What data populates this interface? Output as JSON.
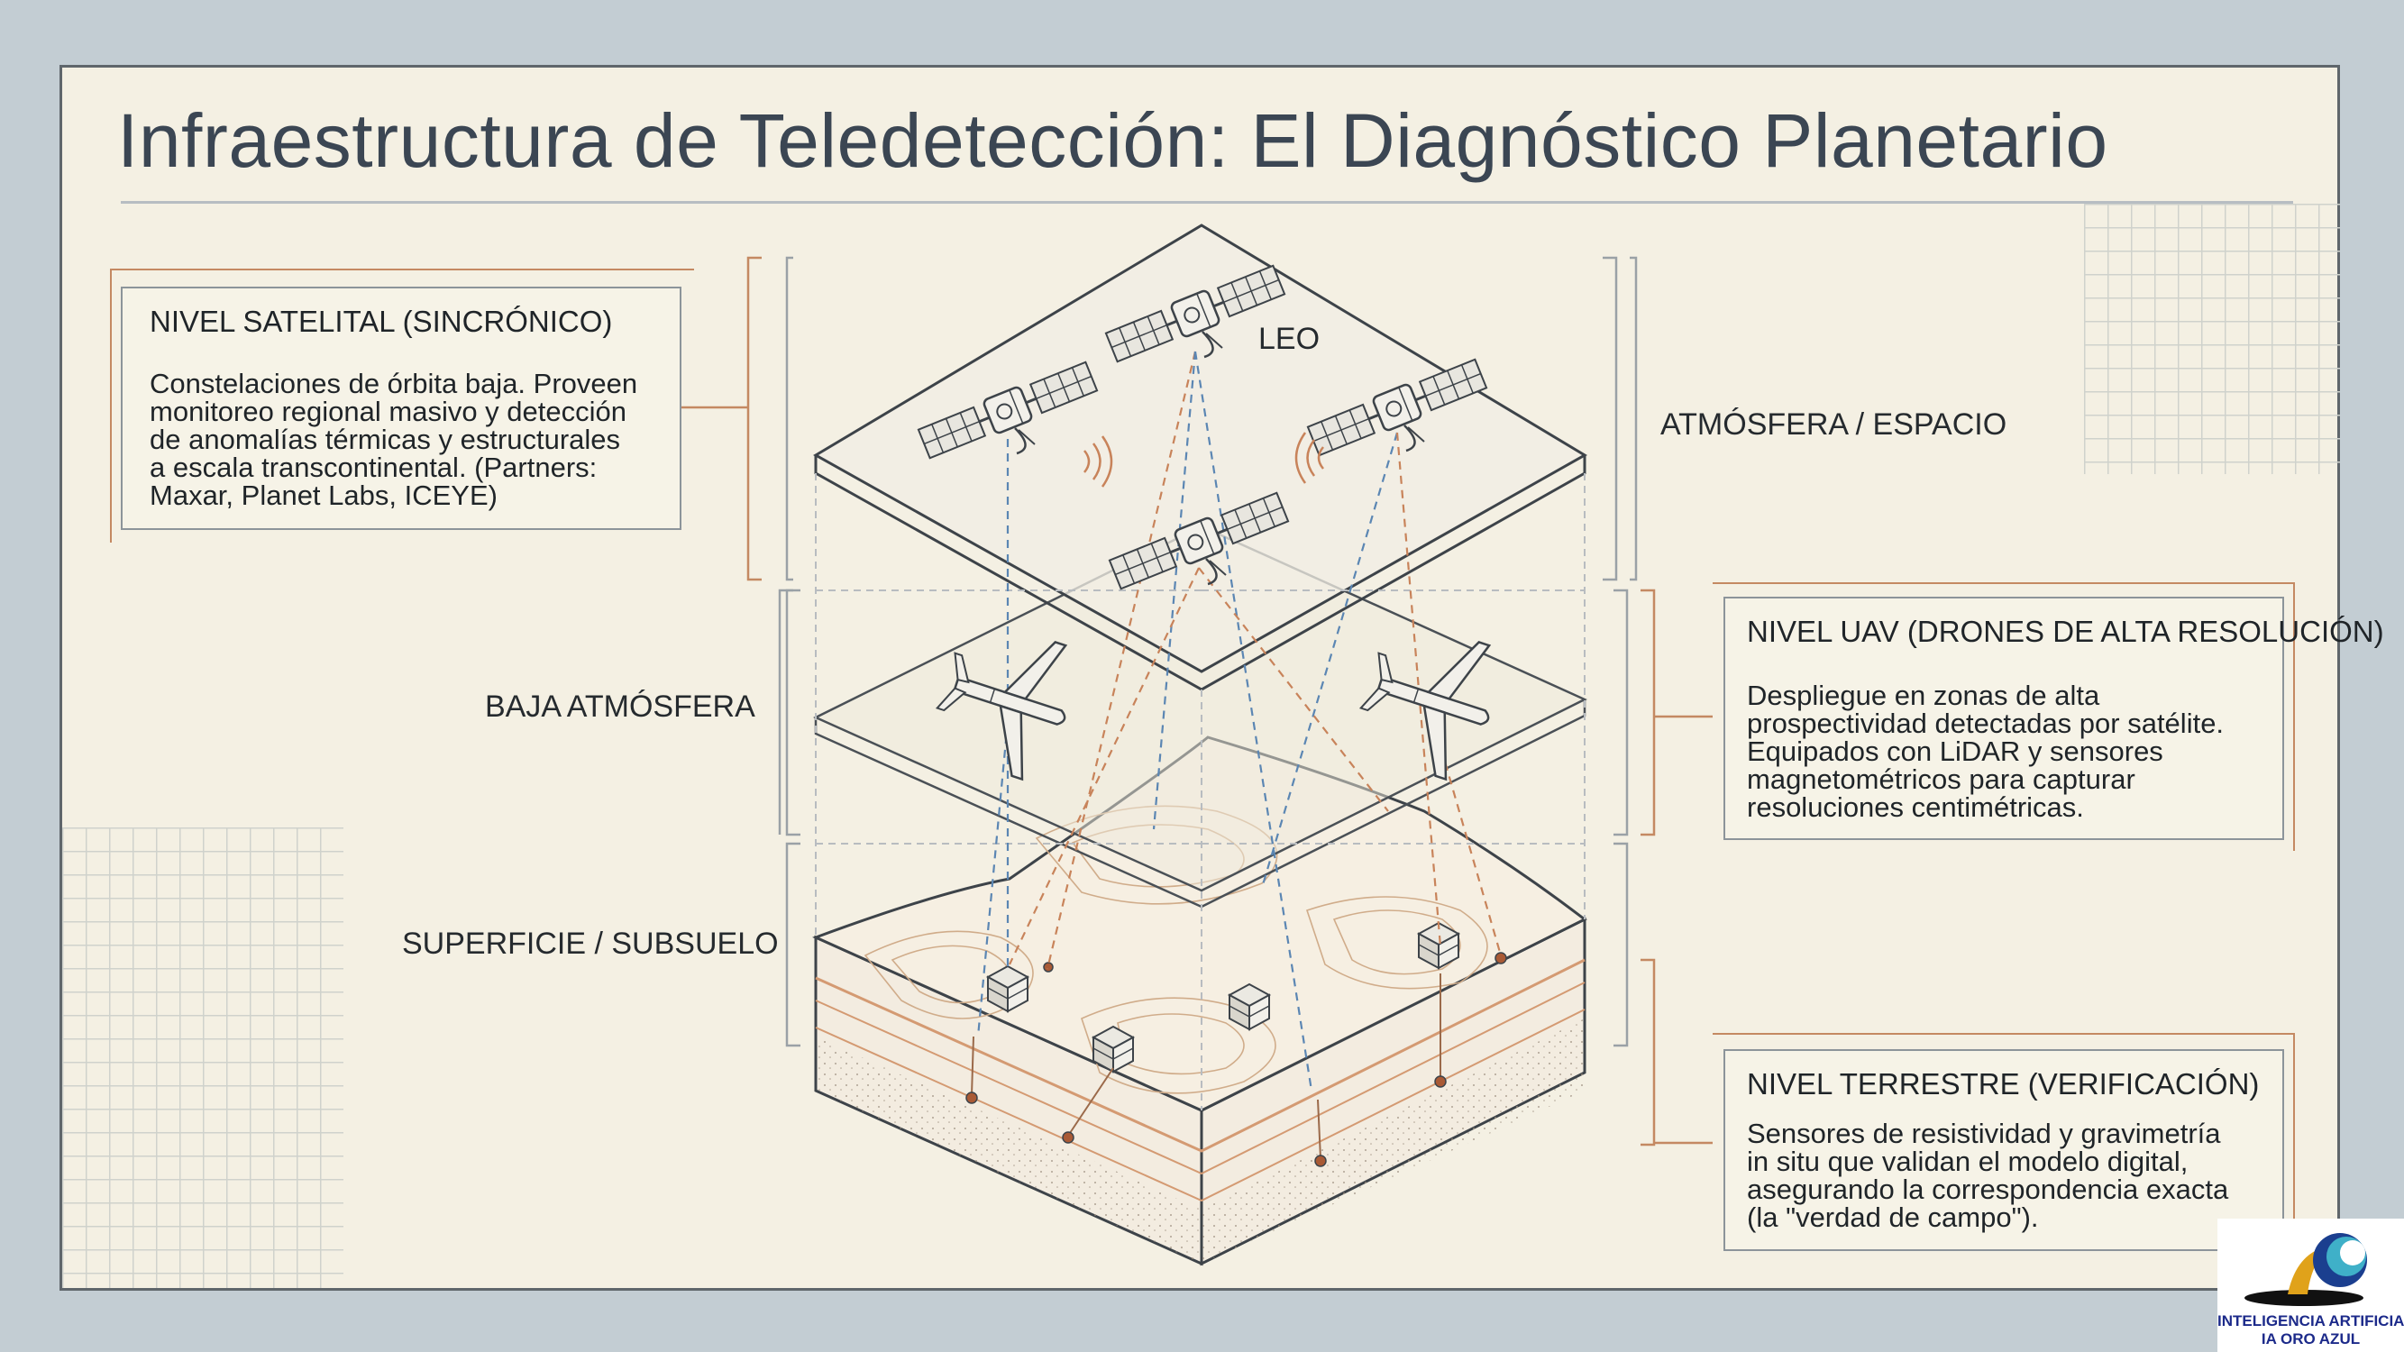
{
  "title": "Infraestructura de Teledetección: El Diagnóstico Planetario",
  "layers": {
    "atmosphere": "ATMÓSFERA / ESPACIO",
    "low_atmosphere": "BAJA ATMÓSFERA",
    "surface": "SUPERFICIE / SUBSUELO",
    "orbit": "LEO"
  },
  "callouts": {
    "satellite": {
      "heading": "NIVEL SATELITAL (SINCRÓNICO)",
      "lines": [
        "Constelaciones de órbita baja. Proveen",
        "monitoreo regional masivo y detección",
        "de anomalías térmicas y estructurales",
        "a escala transcontinental. (Partners:",
        "Maxar, Planet Labs, ICEYE)"
      ]
    },
    "uav": {
      "heading": "NIVEL UAV (DRONES DE ALTA RESOLUCIÓN)",
      "lines": [
        "Despliegue en zonas de alta",
        "prospectividad detectadas por satélite.",
        "Equipados con LiDAR y sensores",
        "magnetométricos para capturar",
        "resoluciones centimétricas."
      ]
    },
    "terrestrial": {
      "heading": "NIVEL TERRESTRE (VERIFICACIÓN)",
      "lines": [
        "Sensores de resistividad y gravimetría",
        "in situ que validan el modelo digital,",
        "asegurando la correspondencia exacta",
        "(la \"verdad de campo\")."
      ]
    }
  },
  "logo": {
    "line1": "INTELIGENCIA ARTIFICIAL",
    "line2": "IA ORO AZUL"
  },
  "colors": {
    "background": "#c3cdd3",
    "panel": "#f4f0e3",
    "accent_orange": "#c8835a",
    "accent_blue": "#5b86b3",
    "logo_text": "#1c2a8a"
  },
  "icons": [
    "satellite-icon",
    "drone-icon",
    "sensor-icon",
    "signal-waves-icon",
    "logo-icon"
  ]
}
